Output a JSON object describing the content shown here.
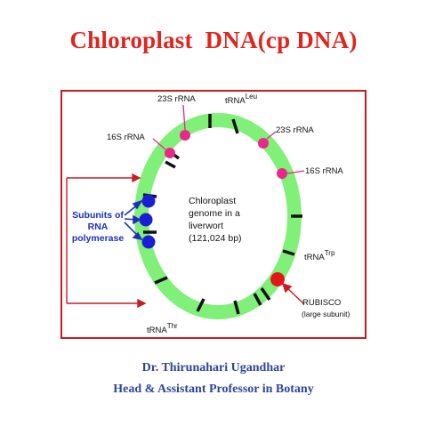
{
  "title": "Chloroplast  DNA(cp DNA)",
  "genome_label": {
    "line1": "Chloroplast",
    "line2": "genome in a",
    "line3": "liverwort",
    "line4": "(121,024 bp)"
  },
  "labels": {
    "rrna_23s_top": "23S rRNA",
    "trna_leu": "tRNA",
    "trna_leu_sup": "Leu",
    "rrna_23s_right": "23S rRNA",
    "rrna_16s_left": "16S rRNA",
    "rrna_16s_right": "16S rRNA",
    "rna_pol_line1": "Subunits of",
    "rna_pol_line2": "RNA",
    "rna_pol_line3": "polymerase",
    "trna_trp": "tRNA",
    "trna_trp_sup": "Trp",
    "rubisco": "RUBISCO",
    "rubisco_sub": "(large subunit)",
    "trna_thr": "tRNA",
    "trna_thr_sup": "Thr"
  },
  "footer": {
    "name": "Dr. Thirunahari Ugandhar",
    "role": "Head & Assistant Professor in Botany"
  },
  "colors": {
    "title": "#e0251f",
    "frame": "#c91c22",
    "ring": "#80f078",
    "marker": "#111111",
    "rrna_dot": "#e8288a",
    "polymerase_dot": "#1a1fd6",
    "rubisco_dot": "#e01818",
    "label_blue": "#1c2fc0",
    "footer": "#2e4596"
  }
}
